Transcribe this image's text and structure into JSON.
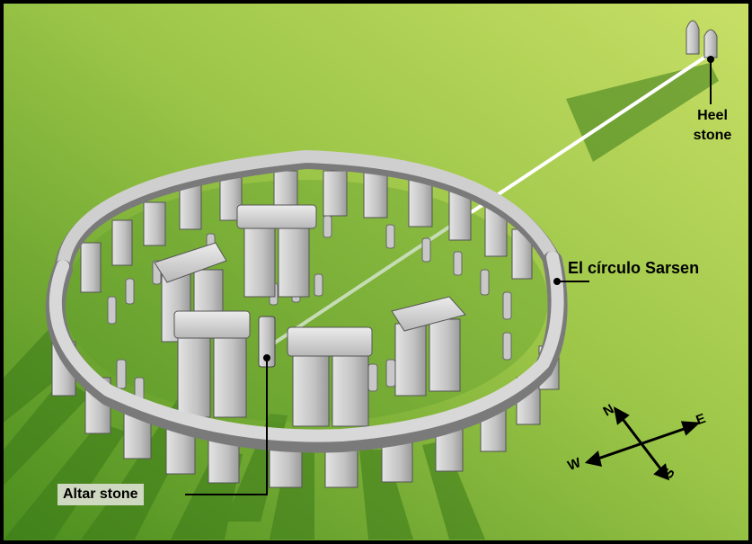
{
  "labels": {
    "heel_stone": [
      "Heel",
      "stone"
    ],
    "sarsen_circle": "El círculo Sarsen",
    "altar_stone": "Altar stone"
  },
  "compass": {
    "n": "N",
    "e": "E",
    "s": "S",
    "w": "W"
  },
  "colors": {
    "grass_light": "#c4dc62",
    "grass_dark": "#4f9320",
    "stone_light": "#dcdcdc",
    "stone_mid": "#b4b4b4",
    "stone_dark": "#8c8c8c",
    "shadow": "#356e16",
    "sunline": "#ffffff"
  }
}
